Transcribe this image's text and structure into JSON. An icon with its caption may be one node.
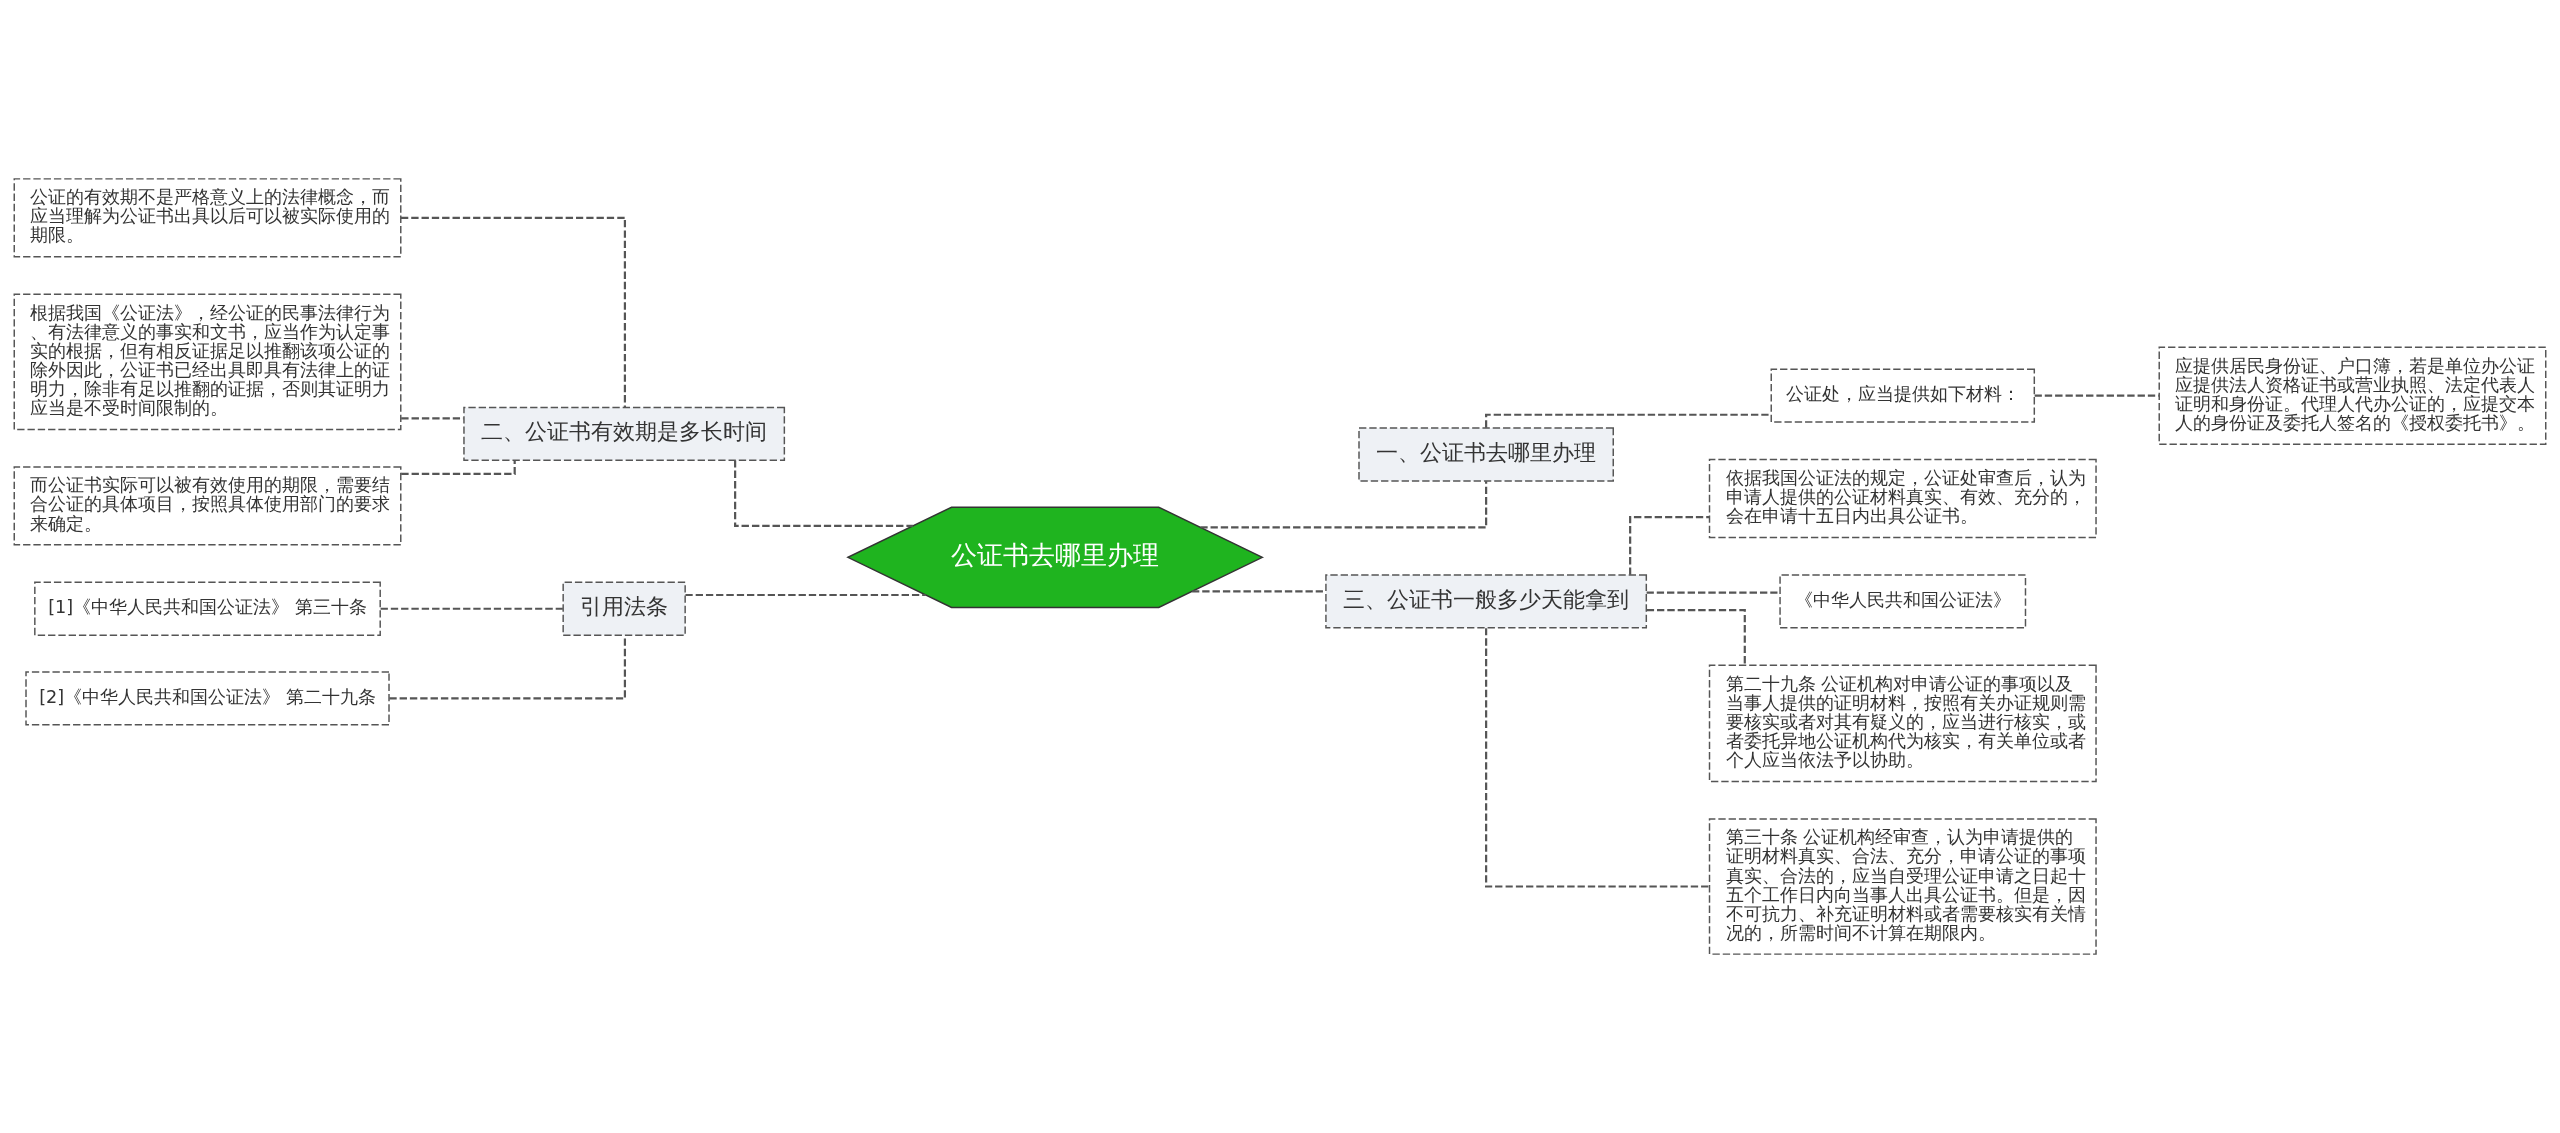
{
  "diagram": {
    "nodes": [
      {
        "text": [
          "公证书去哪里办理"
        ]
      },
      {
        "text": [
          "一、公证书去哪里办理"
        ]
      },
      {
        "text": [
          "公证处，应当提供如下材料："
        ]
      },
      {
        "text": [
          "应提供居民身份证、户口簿，若是单位办公证应提供法人资格证书或营业执照、法定代表人证明和身份证。代理人代办公证的，应提交本人的身份证及委托人签名的《授权委托书》。"
        ]
      },
      {
        "text": [
          "三、公证书一般多少天能拿到"
        ]
      },
      {
        "text": [
          "依据我国公证法的规定，公证处审查后，认为申请人提供的公证材料真实、有效、充分的，会在申请十五日内出具公证书。"
        ]
      },
      {
        "text": [
          "《中华人民共和国公证法》"
        ]
      },
      {
        "text": [
          "第二十九条 公证机构对申请公证的事项以及当事人提供的证明材料，按照有关办证规则需要核实或者对其有疑义的，应当进行核实，或者委托异地公证机构代为核实，有关单位或者个人应当依法予以协助。"
        ]
      },
      {
        "text": [
          "第三十条 公证机构经审查，认为申请提供的证明材料真实、合法、充分，申请公证的事项真实、合法的，应当自受理公证申请之日起十五个工作日内向当事人出具公证书。但是，因不可抗力、补充证明材料或者需要核实有关情况的，所需时间不计算在期限内。"
        ]
      },
      {
        "text": [
          "二、公证书有效期是多长时间"
        ]
      },
      {
        "text": [
          "公证的有效期不是严格意义上的法律概念，而应当理解为公证书出具以后可以被实际使用的期限。"
        ]
      },
      {
        "text": [
          "根据我国《公证法》，经公证的民事法律行为、有法律意义的事实和文书，应当作为认定事实的根据，但有相反证据足以推翻该项公证的除外因此，公证书已经出具即具有法律上的证明力，除非有足以推翻的证据，否则其证明力应当是不受时间限制的。"
        ]
      },
      {
        "text": [
          "而公证书实际可以被有效使用的期限，需要结合公证的具体项目，按照具体使用部门的要求来确定。"
        ]
      },
      {
        "text": [
          "引用法条"
        ]
      },
      {
        "text": [
          "[1]《中华人民共和国公证法》 第三十条"
        ]
      },
      {
        "text": [
          "[2]《中华人民共和国公证法》 第二十九条"
        ]
      }
    ],
    "edges": [
      {
        "from": 0,
        "to": 1,
        "arrow": "none",
        "style": "dashed"
      },
      {
        "from": 1,
        "to": 2,
        "arrow": "none",
        "style": "dashed"
      },
      {
        "from": 2,
        "to": 3,
        "arrow": "none",
        "style": "dashed"
      },
      {
        "from": 0,
        "to": 4,
        "arrow": "none",
        "style": "dashed"
      },
      {
        "from": 4,
        "to": 5,
        "arrow": "none",
        "style": "dashed"
      },
      {
        "from": 4,
        "to": 6,
        "arrow": "none",
        "style": "dashed"
      },
      {
        "from": 4,
        "to": 7,
        "arrow": "none",
        "style": "dashed"
      },
      {
        "from": 4,
        "to": 8,
        "arrow": "none",
        "style": "dashed"
      },
      {
        "from": 9,
        "to": 0,
        "arrow": "none",
        "style": "dashed"
      },
      {
        "from": 10,
        "to": 9,
        "arrow": "none",
        "style": "dashed"
      },
      {
        "from": 11,
        "to": 9,
        "arrow": "none",
        "style": "dashed"
      },
      {
        "from": 12,
        "to": 9,
        "arrow": "none",
        "style": "dashed"
      },
      {
        "from": 13,
        "to": 0,
        "arrow": "none",
        "style": "dashed"
      },
      {
        "from": 14,
        "to": 13,
        "arrow": "none",
        "style": "dashed"
      },
      {
        "from": 15,
        "to": 13,
        "arrow": "none",
        "style": "dashed"
      }
    ]
  }
}
